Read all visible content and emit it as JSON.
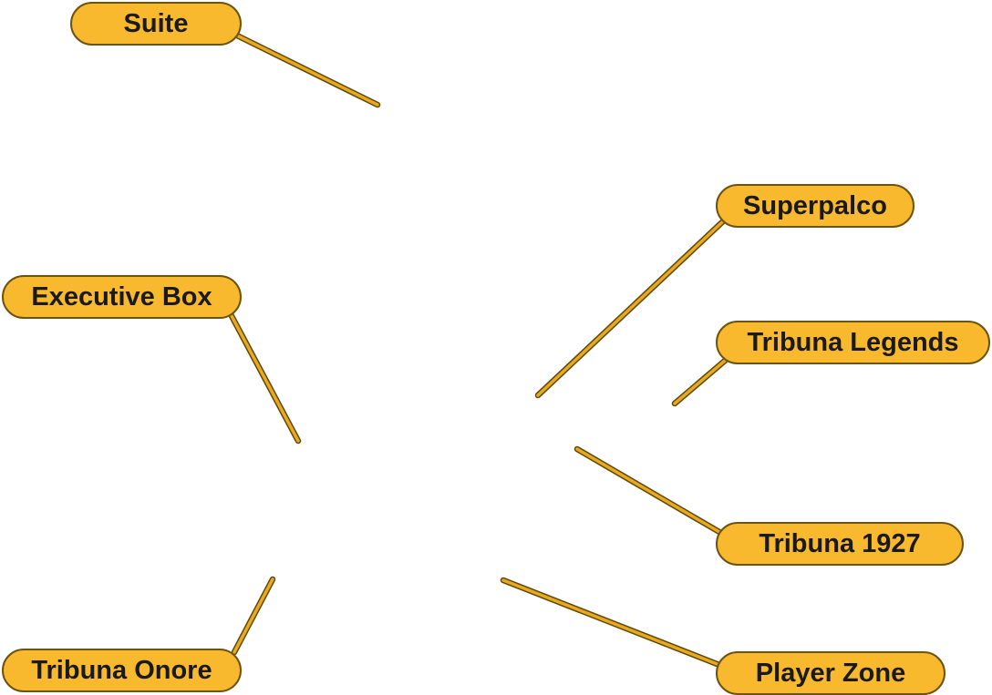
{
  "colors": {
    "label_fill": "#f9b92e",
    "label_border": "#6b5310",
    "leader_fill": "#e7a91f",
    "leader_outline": "#5f4708",
    "label_text": "#1a1a1a",
    "background": "#ffffff"
  },
  "labels": {
    "suite": "Suite",
    "executive_box": "Executive Box",
    "tribuna_onore": "Tribuna Onore",
    "superpalco": "Superpalco",
    "tribuna_legends": "Tribuna Legends",
    "tribuna_1927": "Tribuna 1927",
    "player_zone": "Player Zone"
  }
}
